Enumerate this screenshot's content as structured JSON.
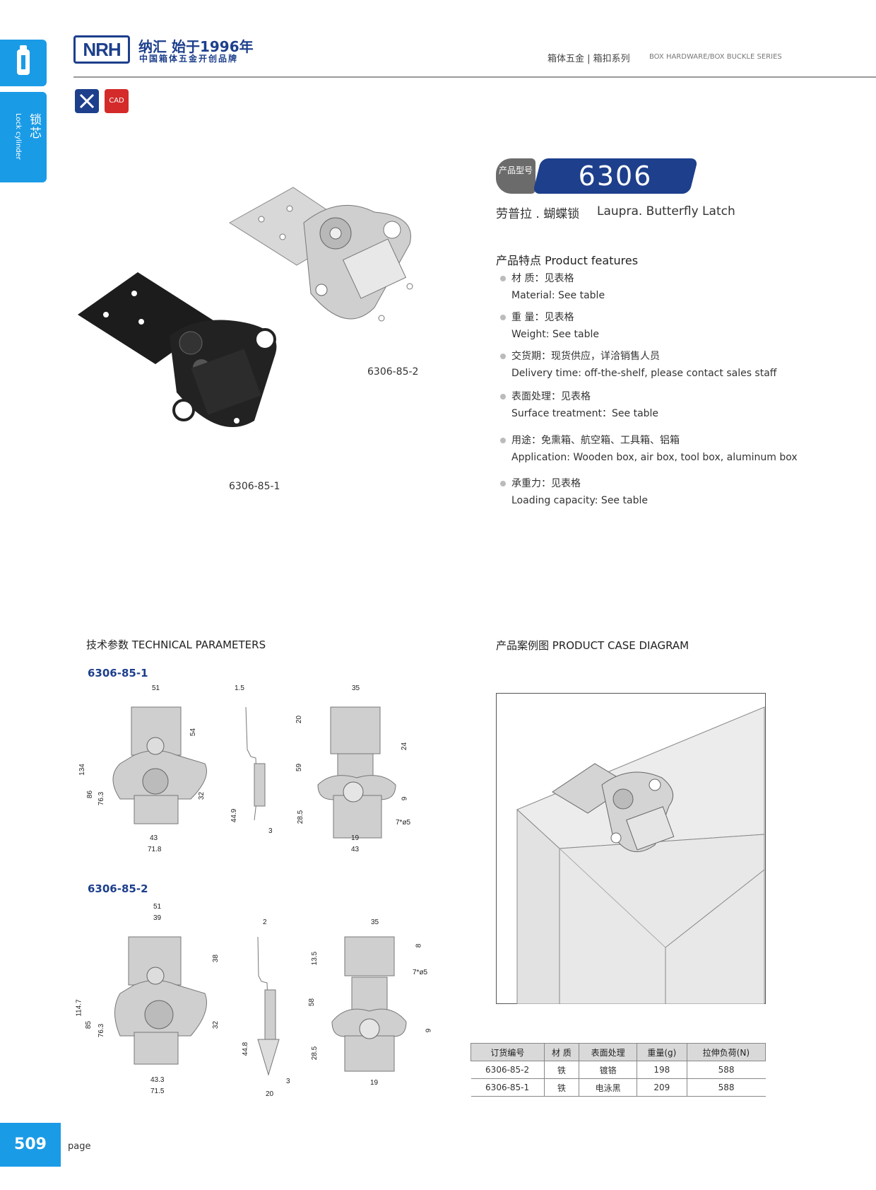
{
  "side": {
    "category_cn": "锁芯",
    "category_en": "Lock cylinder"
  },
  "brand": {
    "logo": "NRH",
    "slogan": "纳汇 始于1996年",
    "sub": "中国箱体五金开创品牌"
  },
  "header": {
    "series_cn": "箱体五金 | 箱扣系列",
    "series_en": "BOX HARDWARE/BOX BUCKLE SERIES"
  },
  "icons": {
    "cad_label": "CAD"
  },
  "product": {
    "badge_label": "产品型号",
    "model": "6306",
    "name_cn": "劳普拉 . 蝴蝶锁",
    "name_en": "Laupra. Butterfly Latch",
    "photo_label_1": "6306-85-1",
    "photo_label_2": "6306-85-2"
  },
  "features": {
    "title": "产品特点 Product features",
    "items": [
      {
        "cn": "材  质：见表格",
        "en": "Material: See table"
      },
      {
        "cn": "重  量：见表格",
        "en": "Weight: See table"
      },
      {
        "cn": "交货期：现货供应，详洽销售人员",
        "en": "Delivery time: off-the-shelf, please contact sales staff"
      },
      {
        "cn": "表面处理：见表格",
        "en": "Surface treatment：See table"
      },
      {
        "cn": "用途：免熏箱、航空箱、工具箱、铝箱",
        "en": "Application: Wooden box, air box, tool box, aluminum box"
      },
      {
        "cn": "承重力：见表格",
        "en": "Loading capacity: See table"
      }
    ]
  },
  "tech": {
    "title": "技术参数  TECHNICAL PARAMETERS",
    "d1": {
      "label": "6306-85-1",
      "dims": [
        "51",
        "54",
        "134",
        "86",
        "76.3",
        "32",
        "43",
        "71.8",
        "1.5",
        "44.9",
        "3",
        "35",
        "20",
        "24",
        "59",
        "9",
        "28.5",
        "7*ø5",
        "19",
        "43"
      ]
    },
    "d2": {
      "label": "6306-85-2",
      "dims": [
        "51",
        "39",
        "38",
        "114.7",
        "85",
        "76.3",
        "32",
        "43.3",
        "71.5",
        "2",
        "44.8",
        "3",
        "20",
        "35",
        "8",
        "13.5",
        "7*ø5",
        "58",
        "9",
        "28.5",
        "19"
      ]
    }
  },
  "case": {
    "title": "产品案例图  PRODUCT CASE DIAGRAM"
  },
  "table": {
    "headers": [
      "订货编号",
      "材  质",
      "表面处理",
      "重量(g)",
      "拉伸负荷(N)"
    ],
    "rows": [
      [
        "6306-85-2",
        "铁",
        "镀铬",
        "198",
        "588"
      ],
      [
        "6306-85-1",
        "铁",
        "电泳黑",
        "209",
        "588"
      ]
    ]
  },
  "page": {
    "number": "509",
    "label": "page"
  },
  "colors": {
    "brand_blue": "#1d3f8c",
    "tab_blue": "#1a9be6",
    "gray_badge": "#6b6b6b"
  }
}
